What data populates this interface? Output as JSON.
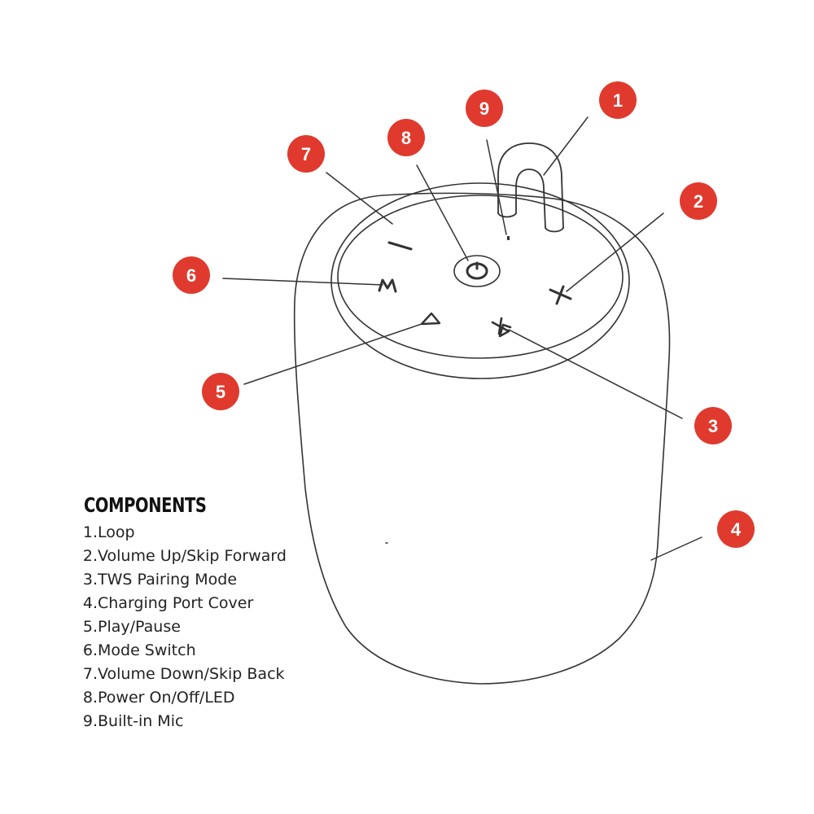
{
  "heading": "COMPONENTS",
  "callouts": [
    "1",
    "2",
    "3",
    "4",
    "5",
    "6",
    "7",
    "8",
    "9"
  ],
  "components": [
    {
      "num": "1.",
      "label": "Loop"
    },
    {
      "num": "2.",
      "label": "Volume Up/Skip Forward"
    },
    {
      "num": "3.",
      "label": "TWS Pairing Mode"
    },
    {
      "num": "4.",
      "label": "Charging Port Cover"
    },
    {
      "num": "5.",
      "label": "Play/Pause"
    },
    {
      "num": "6.",
      "label": "Mode Switch"
    },
    {
      "num": "7.",
      "label": "Volume Down/Skip Back"
    },
    {
      "num": "8.",
      "label": "Power On/Off/LED"
    },
    {
      "num": "9.",
      "label": "Built-in Mic"
    }
  ],
  "colors": {
    "callout": "#e03a2e",
    "callout_text": "#ffffff",
    "line": "#333333"
  },
  "icons": [
    "volume-down-icon",
    "power-icon",
    "mode-m-icon",
    "play-icon",
    "volume-up-icon",
    "bluetooth-icon",
    "mic-hole-icon",
    "loop-strap-icon"
  ]
}
